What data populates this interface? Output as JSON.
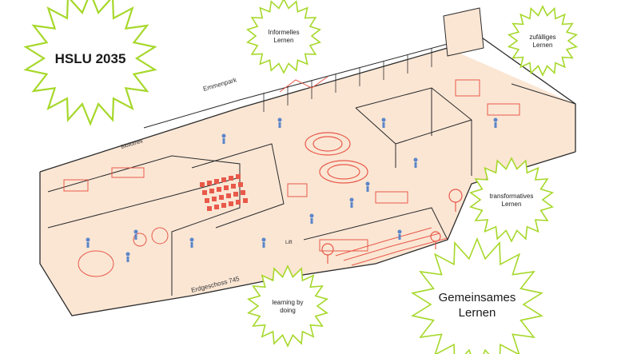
{
  "badges": [
    {
      "id": "hslu",
      "lines": [
        "HSLU 2035"
      ],
      "bold": true
    },
    {
      "id": "informelles",
      "lines": [
        "Informelles",
        "Lernen"
      ],
      "bold": false
    },
    {
      "id": "zufaelliges",
      "lines": [
        "zufälliges",
        "Lernen"
      ],
      "bold": false
    },
    {
      "id": "transformatives",
      "lines": [
        "transformatives",
        "Lernen"
      ],
      "bold": false
    },
    {
      "id": "learning",
      "lines": [
        "learning by",
        "doing"
      ],
      "bold": false
    },
    {
      "id": "gemeinsames",
      "lines": [
        "Gemeinsames",
        "Lernen"
      ],
      "bold": false
    }
  ],
  "plan_labels": {
    "emmenpark": "Emmenpark",
    "bibliothek": "Bibliothek",
    "lift": "Lift",
    "floor": "Erdgeschoss 745"
  },
  "colors": {
    "badge_stroke": "#a6d82a",
    "plan_fill": "#fbe6d4",
    "plan_line": "#2b2b2b",
    "accent": "#e8594a",
    "people": "#5b86c8"
  }
}
